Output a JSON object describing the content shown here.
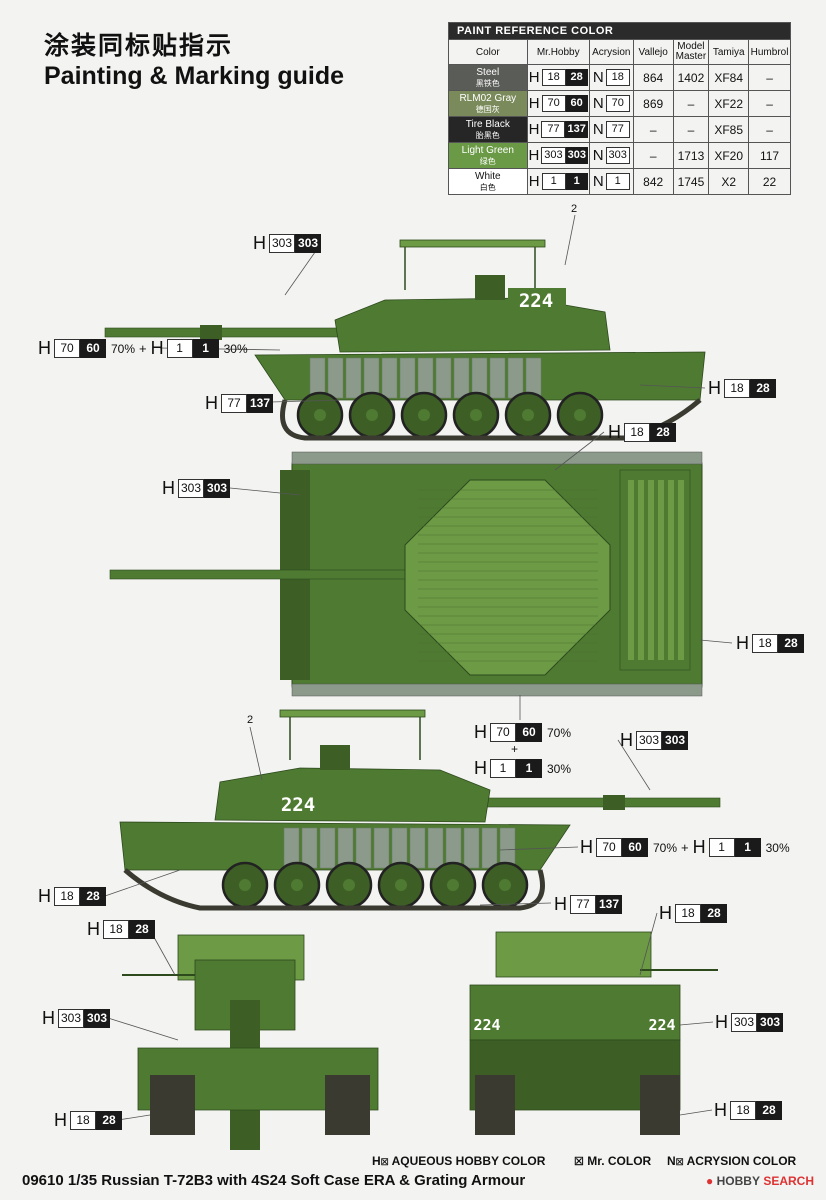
{
  "title_cn": "涂装同标贴指示",
  "title_en": "Painting & Marking guide",
  "table": {
    "caption": "PAINT REFERENCE COLOR",
    "headers": [
      "Color",
      "Mr.Hobby",
      "Acrysion",
      "Vallejo",
      "Model Master",
      "Tamiya",
      "Humbrol"
    ],
    "rows": [
      {
        "en": "Steel",
        "cn": "黑铁色",
        "swatch": "#5a5c57",
        "text": "#ffffff",
        "h_box": "18",
        "h_blk": "28",
        "n": "18",
        "vallejo": "864",
        "mm": "1402",
        "tamiya": "XF84",
        "humbrol": "–"
      },
      {
        "en": "RLM02 Gray",
        "cn": "德国灰",
        "swatch": "#7a8a5a",
        "text": "#ffffff",
        "h_box": "70",
        "h_blk": "60",
        "n": "70",
        "vallejo": "869",
        "mm": "–",
        "tamiya": "XF22",
        "humbrol": "–"
      },
      {
        "en": "Tire Black",
        "cn": "胎黑色",
        "swatch": "#262626",
        "text": "#ffffff",
        "h_box": "77",
        "h_blk": "137",
        "n": "77",
        "vallejo": "–",
        "mm": "–",
        "tamiya": "XF85",
        "humbrol": "–"
      },
      {
        "en": "Light Green",
        "cn": "绿色",
        "swatch": "#6a9a46",
        "text": "#ffffff",
        "h_box": "303",
        "h_blk": "303",
        "n": "303",
        "vallejo": "–",
        "mm": "1713",
        "tamiya": "XF20",
        "humbrol": "117"
      },
      {
        "en": "White",
        "cn": "白色",
        "swatch": "#ffffff",
        "text": "#111111",
        "h_box": "1",
        "h_blk": "1",
        "n": "1",
        "vallejo": "842",
        "mm": "1745",
        "tamiya": "X2",
        "humbrol": "22"
      }
    ]
  },
  "callouts": {
    "side1_green": {
      "h": "H",
      "box": "303",
      "blk": "303"
    },
    "side1_hull": {
      "h": "H",
      "box": "70",
      "blk": "60",
      "pct1": "70%",
      "plus": "+",
      "h2": "H",
      "box2": "1",
      "blk2": "1",
      "pct2": "30%"
    },
    "side1_tire": {
      "h": "H",
      "box": "77",
      "blk": "137"
    },
    "side1_steel": {
      "h": "H",
      "box": "18",
      "blk": "28"
    },
    "top_steel": {
      "h": "H",
      "box": "18",
      "blk": "28"
    },
    "top_green": {
      "h": "H",
      "box": "303",
      "blk": "303"
    },
    "top_steel2": {
      "h": "H",
      "box": "18",
      "blk": "28"
    },
    "top_mix_a": {
      "h": "H",
      "box": "70",
      "blk": "60",
      "pct": "70%"
    },
    "top_mix_plus": "+",
    "top_mix_b": {
      "h": "H",
      "box": "1",
      "blk": "1",
      "pct": "30%"
    },
    "side2_green": {
      "h": "H",
      "box": "303",
      "blk": "303"
    },
    "side2_hull": {
      "h": "H",
      "box": "70",
      "blk": "60",
      "pct1": "70%",
      "plus": "+",
      "h2": "H",
      "box2": "1",
      "blk2": "1",
      "pct2": "30%"
    },
    "side2_steel": {
      "h": "H",
      "box": "18",
      "blk": "28"
    },
    "side2_tire": {
      "h": "H",
      "box": "77",
      "blk": "137"
    },
    "front_steel": {
      "h": "H",
      "box": "18",
      "blk": "28"
    },
    "front_green": {
      "h": "H",
      "box": "303",
      "blk": "303"
    },
    "front_steel_low": {
      "h": "H",
      "box": "18",
      "blk": "28"
    },
    "rear_steel": {
      "h": "H",
      "box": "18",
      "blk": "28"
    },
    "rear_green": {
      "h": "H",
      "box": "303",
      "blk": "303"
    },
    "rear_steel_low": {
      "h": "H",
      "box": "18",
      "blk": "28"
    }
  },
  "markings": {
    "number": "224",
    "ref_num": "2"
  },
  "colors": {
    "green": "#4f7a32",
    "green_dark": "#3d5f26",
    "green_light": "#6c9a45",
    "grey": "#8b9a8a",
    "track": "#3a3a30"
  },
  "legend": {
    "h_label": "H",
    "aqueous": "AQUEOUS HOBBY COLOR",
    "mr": "Mr. COLOR",
    "n_label": "N",
    "acrysion": "ACRYSION COLOR"
  },
  "footer": "09610 1/35  Russian T-72B3 with 4S24 Soft Case ERA & Grating Armour",
  "watermark": {
    "brand": "HOBBY",
    "search": "SEARCH"
  }
}
